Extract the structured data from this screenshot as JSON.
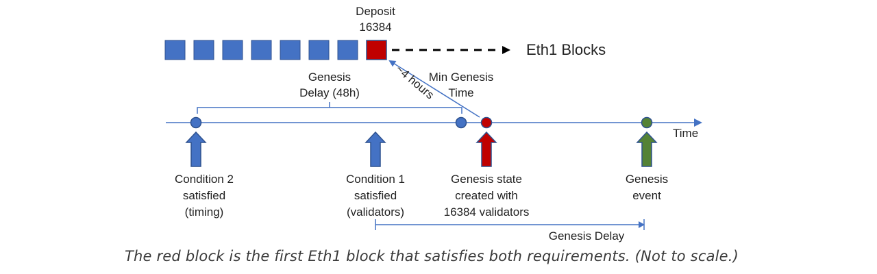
{
  "eth1": {
    "label": "Eth1 Blocks",
    "block_count_blue": 7,
    "deposit_label_line1": "Deposit",
    "deposit_label_line2": "16384"
  },
  "annotations": {
    "genesis_delay_48h_line1": "Genesis",
    "genesis_delay_48h_line2": "Delay (48h)",
    "four_hours": "~4 hours",
    "min_genesis_time_line1": "Min Genesis",
    "min_genesis_time_line2": "Time",
    "time_axis": "Time",
    "genesis_delay_bottom": "Genesis Delay"
  },
  "events": {
    "condition2": [
      "Condition 2",
      "satisfied",
      "(timing)"
    ],
    "condition1": [
      "Condition 1",
      "satisfied",
      "(validators)"
    ],
    "genesis_state": [
      "Genesis state",
      "created with",
      "16384 validators"
    ],
    "genesis_event": [
      "Genesis",
      "event"
    ]
  },
  "caption": "The red block is the first Eth1 block that satisfies both requirements. (Not to scale.)",
  "colors": {
    "blue": "#4472c4",
    "blue_dark": "#2f528f",
    "red": "#c00000",
    "green": "#548235",
    "line": "#4472c4"
  }
}
